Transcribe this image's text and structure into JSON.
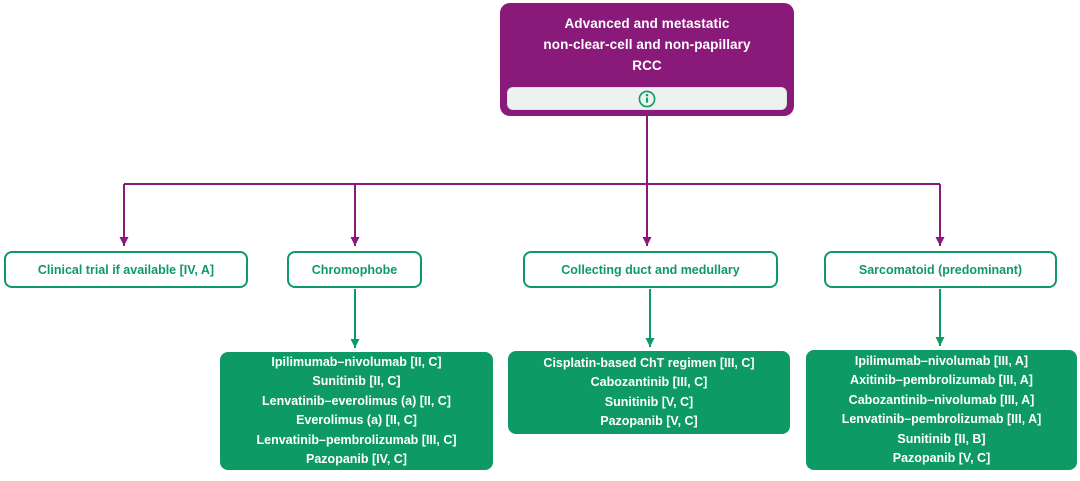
{
  "palette": {
    "purple": "#8A1A7A",
    "green": "#0E9A64",
    "info_strip_bg": "#ECF3EE",
    "text_on_dark": "#FFFFFF"
  },
  "icons": {
    "info": "circled-i"
  },
  "root_box": {
    "title": [
      "Advanced and metastatic",
      "non-clear-cell and non-papillary",
      "RCC"
    ]
  },
  "branches": [
    {
      "label": "Clinical trial if available [IV, A]",
      "treatments": []
    },
    {
      "label": "Chromophobe",
      "treatments": [
        "Ipilimumab–nivolumab [II, C]",
        "Sunitinib [II, C]",
        "Lenvatinib–everolimus (a) [II, C]",
        "Everolimus (a) [II, C]",
        "Lenvatinib–pembrolizumab [III, C]",
        "Pazopanib [IV, C]"
      ]
    },
    {
      "label": "Collecting duct and medullary",
      "treatments": [
        "Cisplatin-based ChT regimen [III, C]",
        "Cabozantinib [III, C]",
        "Sunitinib [V, C]",
        "Pazopanib [V, C]"
      ]
    },
    {
      "label": "Sarcomatoid (predominant)",
      "treatments": [
        "Ipilimumab–nivolumab [III, A]",
        "Axitinib–pembrolizumab [III, A]",
        "Cabozantinib–nivolumab [III, A]",
        "Lenvatinib–pembrolizumab [III, A]",
        "Sunitinib [II, B]",
        "Pazopanib [V, C]"
      ]
    }
  ]
}
